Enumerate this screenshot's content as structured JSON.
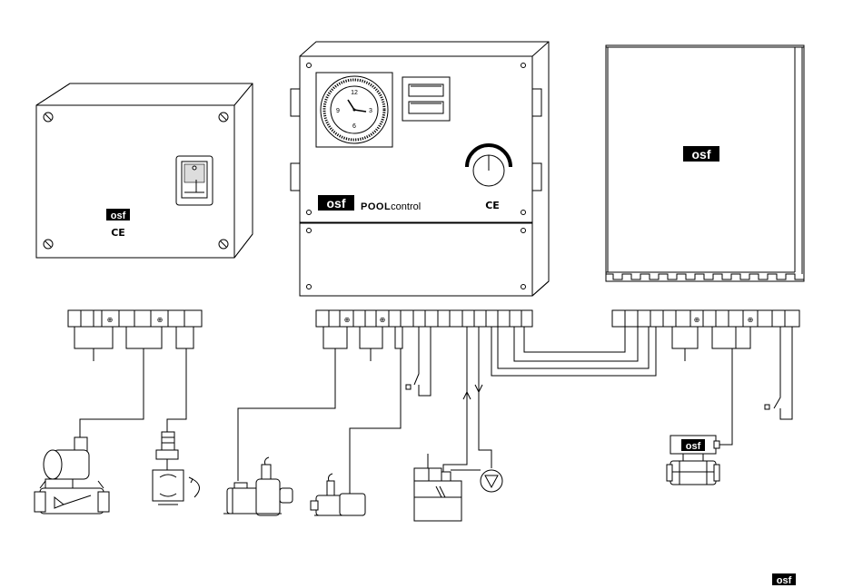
{
  "brand": {
    "logo_text": "osf"
  },
  "pool_control": {
    "brand_part1": "POOL",
    "brand_part2": "control"
  },
  "certification": {
    "mark": "CE"
  },
  "timer": {
    "tick_12": "12",
    "tick_3": "3",
    "tick_6": "6",
    "tick_9": "9"
  },
  "terminal": {
    "ground_symbol": "⊕"
  }
}
